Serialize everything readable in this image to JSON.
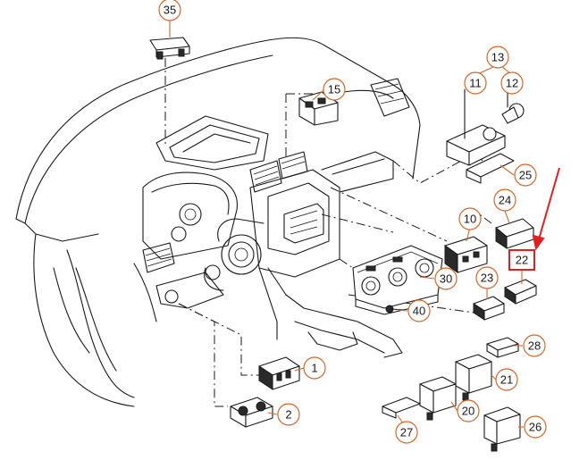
{
  "callouts": {
    "c35": "35",
    "c15": "15",
    "c13": "13",
    "c11": "11",
    "c12": "12",
    "c25": "25",
    "c24": "24",
    "c10": "10",
    "c22": "22",
    "c23": "23",
    "c30": "30",
    "c40": "40",
    "c28": "28",
    "c21": "21",
    "c1": "1",
    "c20": "20",
    "c2": "2",
    "c27": "27",
    "c26": "26"
  },
  "highlight": {
    "label": "22",
    "color": "#e02020"
  },
  "colors": {
    "callout": "#d0682c",
    "line": "#1a1a1a",
    "highlight": "#e02020"
  }
}
